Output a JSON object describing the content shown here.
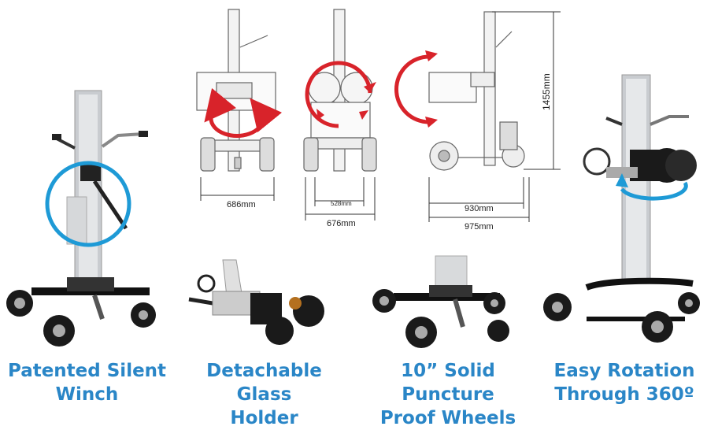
{
  "features": [
    {
      "line1": "Patented Silent",
      "line2": "Winch",
      "icon": "winch-icon"
    },
    {
      "line1": "Detachable Glass",
      "line2": "Holder",
      "icon": "glass-holder-icon"
    },
    {
      "line1": "10” Solid Puncture",
      "line2": "Proof Wheels",
      "icon": "wheel-icon"
    },
    {
      "line1": "Easy Rotation",
      "line2": "Through 360º",
      "icon": "rotation-icon"
    }
  ],
  "dimensions": {
    "front_width": "686mm",
    "inner_width": "528mm",
    "outer_width": "676mm",
    "side_length_inner": "930mm",
    "side_length_outer": "975mm",
    "height": "1455mm"
  },
  "colors": {
    "caption": "#2a86c7",
    "highlight_circle": "#1e9ad6",
    "rotation_arrow": "#d8232a"
  }
}
